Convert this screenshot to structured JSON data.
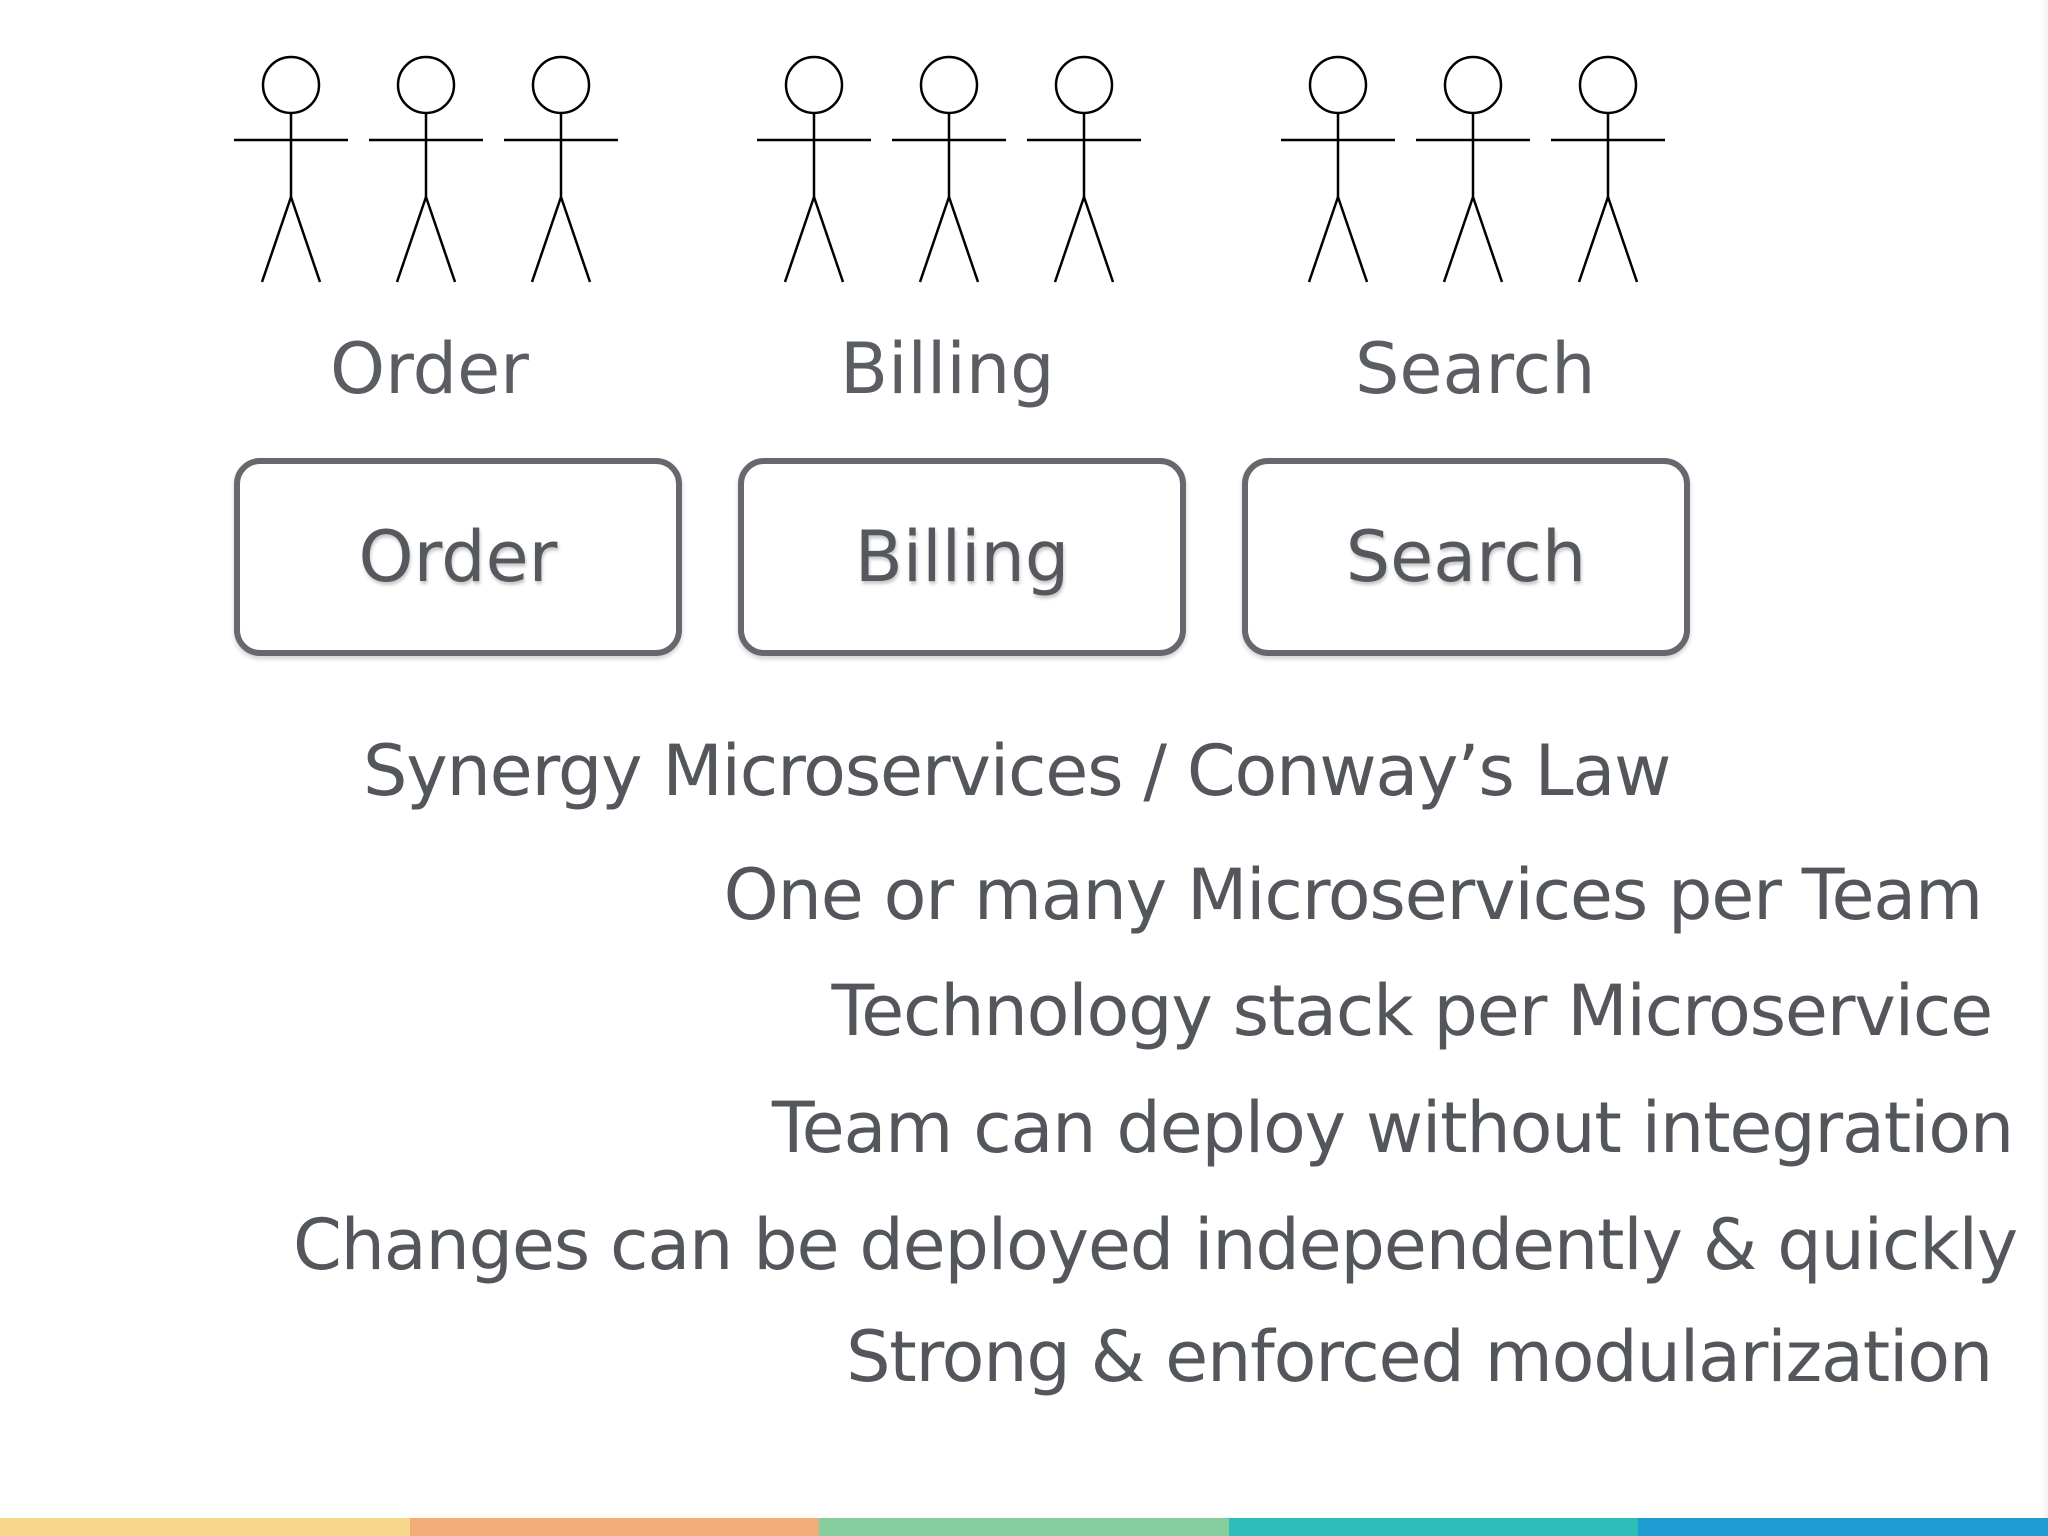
{
  "teams": [
    {
      "label": "Order",
      "members": 3
    },
    {
      "label": "Billing",
      "members": 3
    },
    {
      "label": "Search",
      "members": 3
    }
  ],
  "services": [
    {
      "label": "Order"
    },
    {
      "label": "Billing"
    },
    {
      "label": "Search"
    }
  ],
  "title": "Synergy Microservices / Conway’s Law",
  "bullets": [
    "One or many Microservices per Team",
    "Technology stack per Microservice",
    "Team can deploy without integration",
    "Changes can be deployed independently & quickly",
    "Strong & enforced modularization"
  ],
  "colors": {
    "text": "#53565b",
    "box_border": "#65686d",
    "stripes": [
      "#f7d88a",
      "#f3ac78",
      "#86cd9d",
      "#2ebcb8",
      "#1e9bd0"
    ]
  }
}
